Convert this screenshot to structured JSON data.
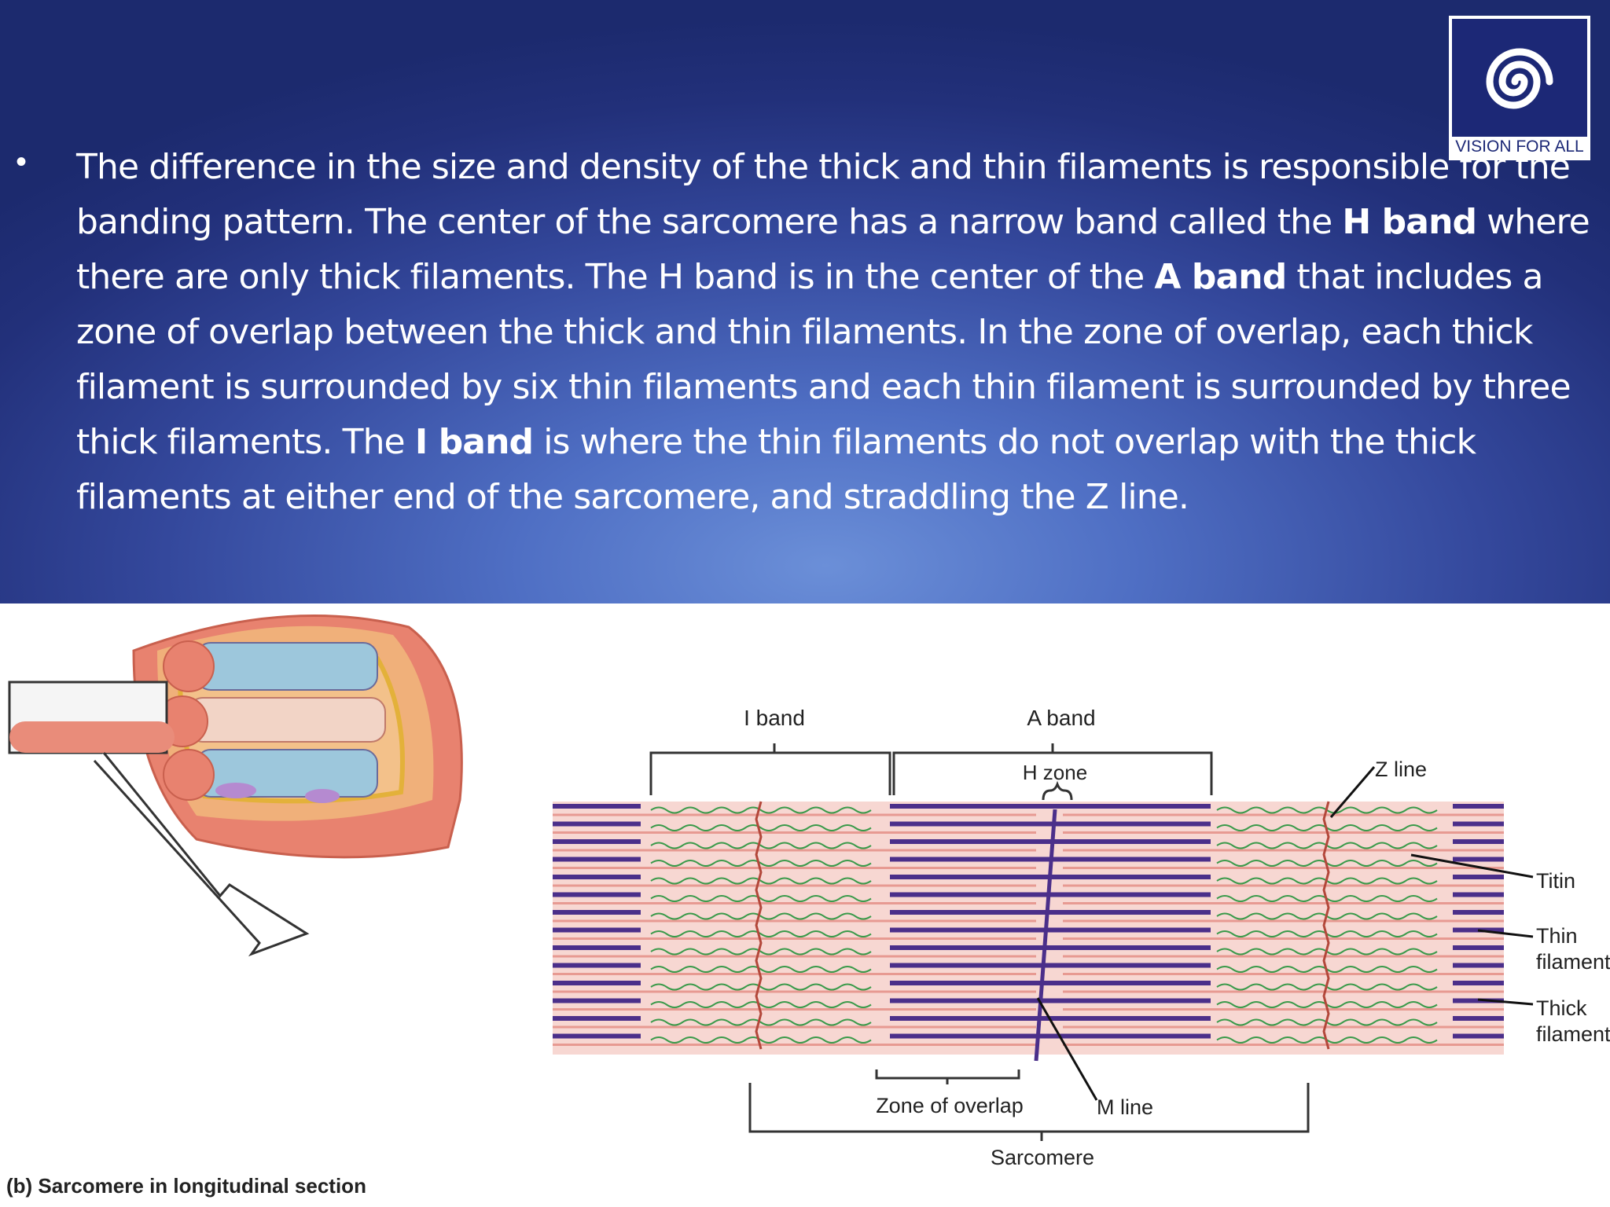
{
  "logo": {
    "text": "VISION FOR ALL"
  },
  "paragraph": {
    "bullet": "•",
    "s1": "The difference in the size and density of the thick and thin filaments is responsible for the banding pattern. The center of the sarcomere has a narrow band called the ",
    "b1": "H band",
    "s2": " where there are only thick filaments. The H band is in the center of the ",
    "b2": "A band",
    "s3": " that includes a zone of overlap between the thick and thin filaments. In the zone of overlap, each thick filament is surrounded by six thin filaments and each thin filament is surrounded by three thick filaments. The ",
    "b3": "I band",
    "s4": " is where the thin filaments do not overlap with the thick filaments at either end of the sarcomere, and straddling the Z line."
  },
  "diagram": {
    "caption": "(b) Sarcomere in longitudinal section",
    "labels": {
      "i_band": "I band",
      "a_band": "A band",
      "h_zone": "H zone",
      "z_line": "Z line",
      "titin": "Titin",
      "thin_1": "Thin",
      "thin_2": "filament",
      "thick_1": "Thick",
      "thick_2": "filament",
      "zone_overlap": "Zone of overlap",
      "m_line": "M line",
      "sarcomere": "Sarcomere"
    },
    "colors": {
      "thick": "#4b2f8a",
      "thin": "#e79a92",
      "titin": "#3a9a4a",
      "background": "#f7d7d2"
    }
  }
}
